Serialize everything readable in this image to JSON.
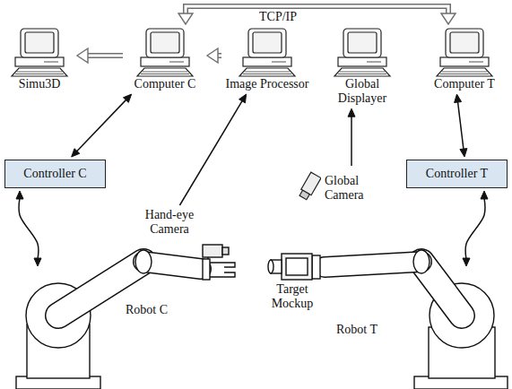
{
  "diagram": {
    "nodes": [
      {
        "text": [
          "Simu3D"
        ]
      },
      {
        "text": [
          "Computer C"
        ]
      },
      {
        "text": [
          "Image Processor"
        ]
      },
      {
        "text": [
          "Global Displayer"
        ]
      },
      {
        "text": [
          "Computer T"
        ]
      },
      {
        "text": [
          "Controller C"
        ]
      },
      {
        "text": [
          "Hand-eye Camera"
        ]
      },
      {
        "text": [
          "Global Camera"
        ]
      },
      {
        "text": [
          "Controller T"
        ]
      },
      {
        "text": [
          "Robot C"
        ]
      },
      {
        "text": [
          "Robot T"
        ]
      }
    ],
    "edges": [
      {
        "from": 1,
        "to": 0,
        "arrow": "to"
      },
      {
        "from": 2,
        "to": 1,
        "arrow": "to"
      },
      {
        "from": 1,
        "to": 4,
        "label": "TCP/IP",
        "arrow": "both"
      },
      {
        "from": 5,
        "to": 1,
        "arrow": "both"
      },
      {
        "from": 5,
        "to": 9,
        "arrow": "both"
      },
      {
        "from": 6,
        "to": 2,
        "arrow": "to"
      },
      {
        "from": 7,
        "to": 3,
        "arrow": "to"
      },
      {
        "from": 8,
        "to": 4,
        "arrow": "both"
      },
      {
        "from": 8,
        "to": 10,
        "arrow": "both"
      }
    ],
    "labels": [
      "Target Mockup"
    ]
  }
}
